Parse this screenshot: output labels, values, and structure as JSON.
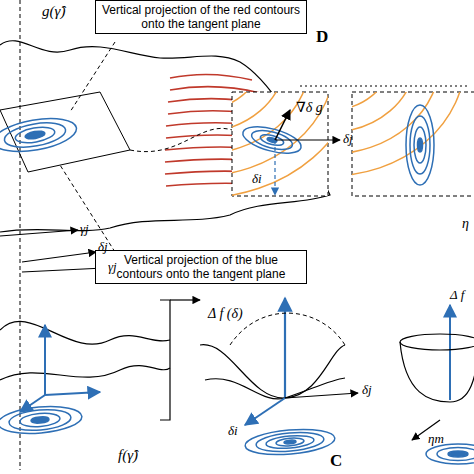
{
  "diagram": {
    "nodes": [
      {
        "text": [
          "Vertical projection of the red contours onto the tangent plane"
        ]
      },
      {
        "text": [
          "Vertical projection of the blue contours onto the tangent plane"
        ]
      }
    ],
    "labels": [
      "g(γ̂)",
      "D",
      "∇δ g",
      "δj",
      "δi",
      "η",
      "γj",
      "δj",
      "γj",
      "Δ f (δ)",
      "δj",
      "δi",
      "C",
      "f(γ̂)",
      "Δ f",
      "ηm"
    ]
  }
}
